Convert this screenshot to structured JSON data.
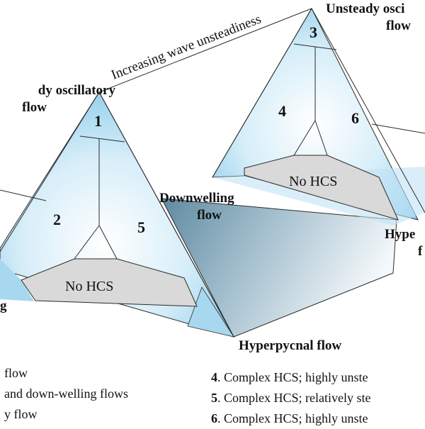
{
  "colors": {
    "triangle_light": "#eef7fd",
    "triangle_mid": "#bfe3f5",
    "triangle_edge": "#8fcdea",
    "no_hcs_gray": "#d9d9d9",
    "plane_dark": "#6f94a8",
    "plane_light": "#f4f8fa",
    "line": "#2b2b2b"
  },
  "labels": {
    "left_top_corner": [
      "dy oscillatory",
      "flow"
    ],
    "right_top_corner": [
      "Unsteady osci",
      "flow"
    ],
    "axis_label": "Increasing wave unsteadiness",
    "downwelling": [
      "Downwelling",
      "flow"
    ],
    "hyperpycnal_bottom": "Hyperpycnal flow",
    "right_hyper": [
      "Hype",
      "f"
    ],
    "left_bottom_fragment": "g"
  },
  "left_triangle": {
    "zone_top": "1",
    "zone_left": "2",
    "zone_right": "5",
    "base_label": "No HCS"
  },
  "right_triangle": {
    "zone_top": "3",
    "zone_left": "4",
    "zone_right": "6",
    "base_label": "No HCS"
  },
  "legend_left": [
    {
      "text": "flow"
    },
    {
      "text": "and down-welling flows"
    },
    {
      "text": "y flow"
    }
  ],
  "legend_right": [
    {
      "num": "4",
      "text": ". Complex HCS; highly unste"
    },
    {
      "num": "5",
      "text": ". Complex HCS; relatively ste"
    },
    {
      "num": "6",
      "text": ". Complex HCS; highly unste"
    }
  ]
}
